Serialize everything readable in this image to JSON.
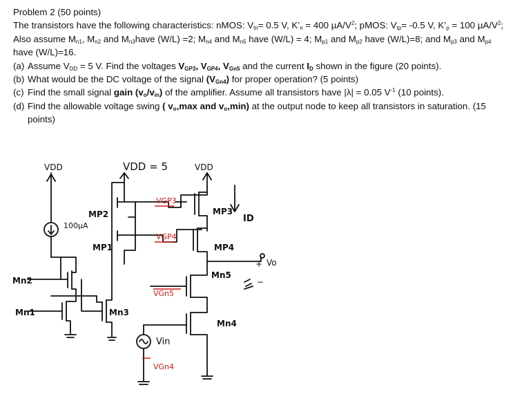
{
  "problem": {
    "title": "Problem 2 (50 points)",
    "intro": {
      "p1": "The transistors have the following characteristics: nMOS: V",
      "p1_sub": "tn",
      "p2": "= 0.5 V, K’",
      "p2_sub": "n",
      "p3": " = 400 µA/V",
      "p3_sup": "2",
      "p4": ";  pMOS: V",
      "p4_sub": "tp",
      "p5": "= -0.5 V, K’",
      "p5_sub": "p",
      "p6": " = 100 µA/V",
      "p6_sup": "2",
      "p7": ";"
    },
    "assume": {
      "a1": "Also assume M",
      "a1_sub": "n1",
      "a2": ", M",
      "a2_sub": "n2",
      "a3": " and M",
      "a3_sub": "n3",
      "a4": "have (W/L) =2;  M",
      "a4_sub": "n4",
      "a5": " and M",
      "a5_sub": "n5",
      "a6": " have (W/L) = 4; M",
      "a6_sub": "p1",
      "a7": " and M",
      "a7_sub": "p2",
      "a8": " have (W/L)=8; and  M",
      "a8_sub": "p3",
      "a9": " and M",
      "a9_sub": "p4",
      "a10": "have (W/L)=16."
    },
    "part_a": {
      "label": "(a)",
      "t1": "Assume V",
      "t1_sub": "DD",
      "t2": " = 5 V.  Find the voltages ",
      "b1": "V",
      "b1_sub": "GP3",
      "b2": ", V",
      "b2_sub": "GP4",
      "b3": ", V",
      "b3_sub": "Gn5",
      "t3": " and the current ",
      "b4": "I",
      "b4_sub": "D",
      "t4": " shown in the figure (20 points)."
    },
    "part_b": {
      "label": "(b)",
      "t1": "What would be the DC voltage of the signal ",
      "b1": "(V",
      "b1_sub": "Gn4",
      "b2": ")",
      "t2": " for proper operation? (5 points)"
    },
    "part_c": {
      "label": "(c)",
      "t1": "Find the small signal ",
      "b1": "gain (v",
      "b1_sub": "o",
      "b2": "/v",
      "b2_sub": "in",
      "b3": ")",
      "t2": " of the amplifier. Assume all transistors have |λ| = 0.05 V",
      "t2_sup": "-1",
      "t3": " (10 points)."
    },
    "part_d": {
      "label": "(d)",
      "t1": "Find the allowable voltage swing ",
      "b1": "( v",
      "b1_sub": "o",
      "b2": ",max and v",
      "b2_sub": "o",
      "b3": ",min)",
      "t2": " at the output node to keep all transistors in saturation.  (15",
      "t3": "points)"
    }
  },
  "figure": {
    "vdd_left": "VDD",
    "vdd_mid": "VDD = 5",
    "vdd_right": "VDD",
    "current_source": "100µA",
    "mp2": "MP2",
    "mp1": "MP1",
    "mp3": "MP3",
    "mp4": "MP4",
    "mn1": "Mn1",
    "mn2": "Mn2",
    "mn3": "Mn3",
    "mn4": "Mn4",
    "mn5": "Mn5",
    "id": "ID",
    "vgp3": "VGP3",
    "vgp4": "VGP4",
    "vgn5": "VGn5",
    "vgn4": "VGn4",
    "vin": "Vin",
    "vo": "Vo",
    "plus": "+",
    "minus": "−"
  },
  "colors": {
    "text": "#111111",
    "annotation_red": "#d11a1a"
  }
}
